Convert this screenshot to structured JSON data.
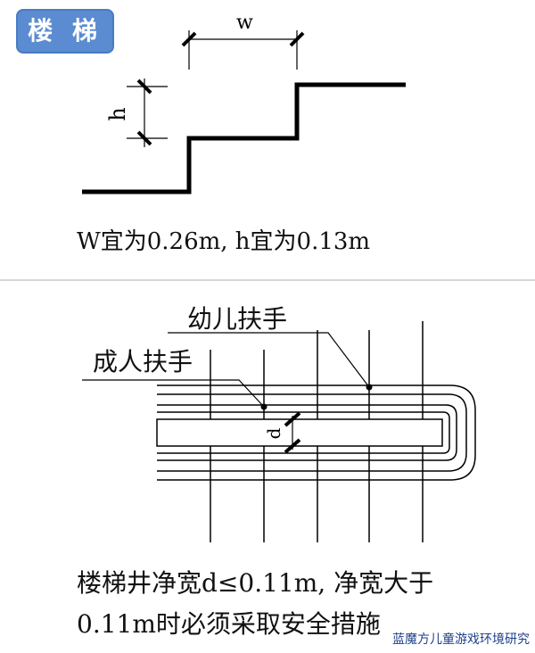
{
  "section": {
    "title": "楼 梯"
  },
  "stair_diagram": {
    "width_label": "w",
    "height_label": "h",
    "caption": "W宜为0.26m, h宜为0.13m"
  },
  "well_diagram": {
    "child_handrail_label": "幼儿扶手",
    "adult_handrail_label": "成人扶手",
    "gap_label": "d",
    "caption_line1": "楼梯井净宽d≤0.11m, 净宽大于",
    "caption_line2": "0.11m时必须采取安全措施"
  },
  "watermark": "蓝魔方儿童游戏环境研究"
}
